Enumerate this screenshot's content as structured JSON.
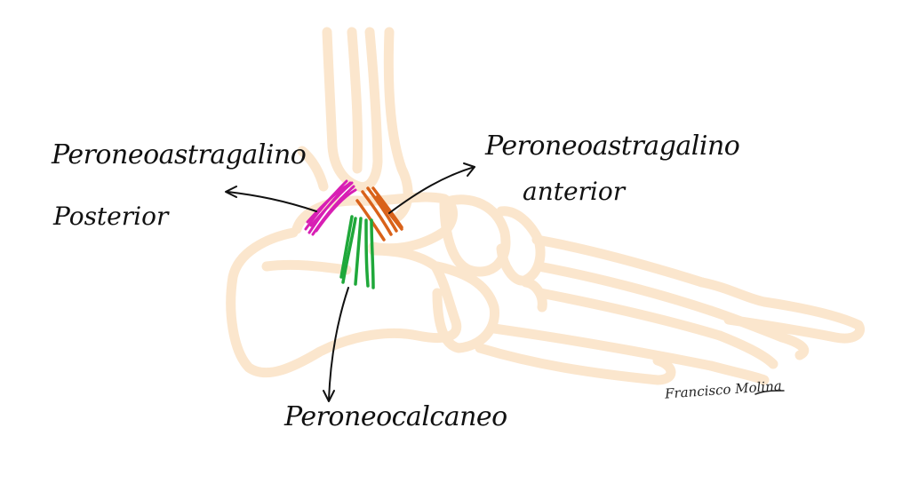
{
  "labels": {
    "posterior_line1": "Peroneoastragalino",
    "posterior_line2": "Posterior",
    "anterior_line1": "Peroneoastragalino",
    "anterior_line2": "anterior",
    "calcaneofibular": "Peroneocalcaneo"
  },
  "signature": "Francisco Molina",
  "colors": {
    "bone": "#FBE6CD",
    "posterior_ligament": "#D81FB4",
    "anterior_ligament": "#D9621A",
    "calcaneofibular_ligament": "#1FA83A",
    "ink": "#111111"
  }
}
